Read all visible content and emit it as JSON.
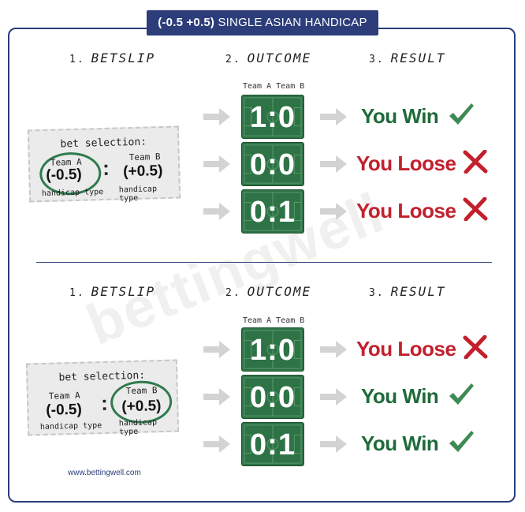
{
  "title": {
    "bold": "(-0.5 +0.5)",
    "rest": " SINGLE ASIAN HANDICAP"
  },
  "steps": {
    "betslip": "BETSLIP",
    "outcome": "OUTCOME",
    "result": "RESULT",
    "n1": "1.",
    "n2": "2.",
    "n3": "3."
  },
  "teams_header": "Team A Team B",
  "ticket": {
    "selection_label": "bet selection:",
    "team_a": "Team A",
    "team_b": "Team B",
    "value_a": "(-0.5)",
    "value_b": "(+0.5)",
    "colon": ":",
    "handicap_type": "handicap type"
  },
  "top": {
    "outcomes": [
      "1:0",
      "0:0",
      "0:1"
    ],
    "results": [
      {
        "text": "You Win",
        "kind": "win"
      },
      {
        "text": "You Loose",
        "kind": "lose"
      },
      {
        "text": "You Loose",
        "kind": "lose"
      }
    ]
  },
  "bottom": {
    "outcomes": [
      "1:0",
      "0:0",
      "0:1"
    ],
    "results": [
      {
        "text": "You Loose",
        "kind": "lose"
      },
      {
        "text": "You Win",
        "kind": "win"
      },
      {
        "text": "You Win",
        "kind": "win"
      }
    ]
  },
  "watermark": "bettingwell",
  "footer_url": "www.bettingwell.com",
  "colors": {
    "brand": "#2c3d7a",
    "win": "#1e6b3a",
    "lose": "#c2202d",
    "pitch": "#2e7346"
  }
}
